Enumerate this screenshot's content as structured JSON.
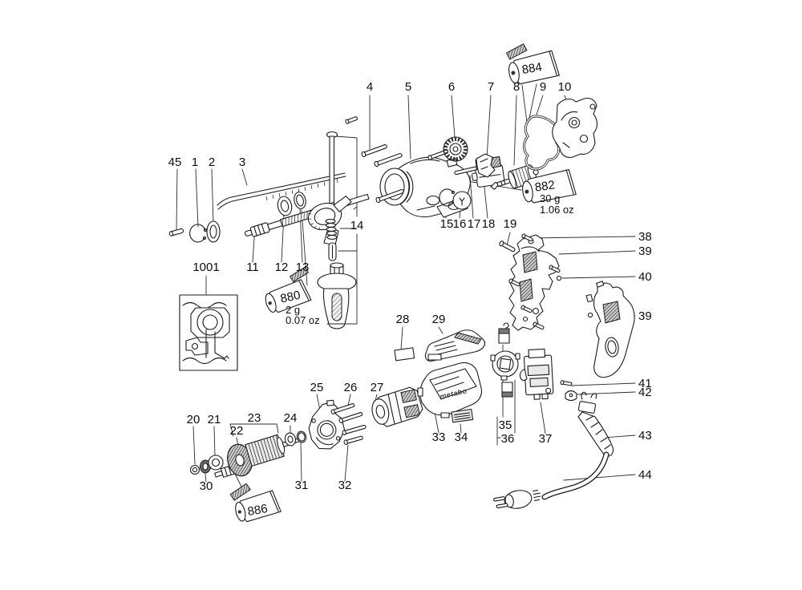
{
  "diagram": {
    "kind": "exploded parts diagram",
    "brand_logo": "metabo"
  },
  "callouts": {
    "c1": "1",
    "c2": "2",
    "c3": "3",
    "c4": "4",
    "c5": "5",
    "c6": "6",
    "c7": "7",
    "c8": "8",
    "c9": "9",
    "c10": "10",
    "c11": "11",
    "c12": "12",
    "c13": "13",
    "c14": "14",
    "c15": "15",
    "c16": "16",
    "c17": "17",
    "c18": "18",
    "c19": "19",
    "c20": "20",
    "c21": "21",
    "c22": "22",
    "c23": "23",
    "c24": "24",
    "c25": "25",
    "c26": "26",
    "c27": "27",
    "c28": "28",
    "c29": "29",
    "c30": "30",
    "c31": "31",
    "c32": "32",
    "c33": "33",
    "c34": "34",
    "c35": "35",
    "c36": "36",
    "c37": "37",
    "c38": "38",
    "c39": "39",
    "c39b": "39",
    "c40": "40",
    "c41": "41",
    "c42": "42",
    "c43": "43",
    "c44": "44",
    "c45": "45",
    "c1001": "1001"
  },
  "grease_tubes": {
    "t884": {
      "label": "884"
    },
    "t882": {
      "label": "882",
      "weight_g": "30 g",
      "weight_oz": "1.06 oz"
    },
    "t880": {
      "label": "880",
      "weight_g": "2 g",
      "weight_oz": "0.07 oz"
    },
    "t886": {
      "label": "886"
    }
  }
}
